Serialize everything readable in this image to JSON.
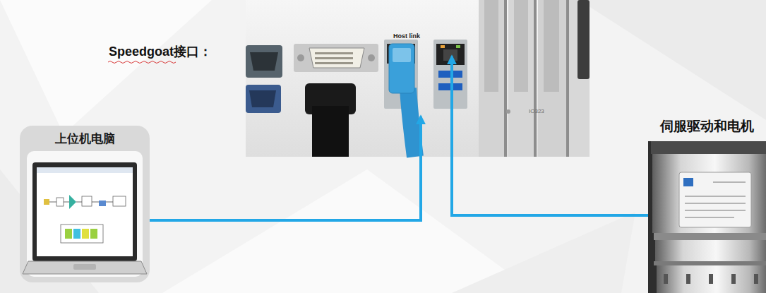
{
  "diagram": {
    "nodes": [
      {
        "text": [
          "上位机电脑"
        ]
      },
      {
        "text": [
          "Speedgoat接口："
        ]
      },
      {
        "text": [
          "伺服驱动和电机"
        ]
      }
    ],
    "edges": [
      {
        "from": 0,
        "to": 1,
        "arrow": "to"
      },
      {
        "from": 2,
        "to": 1,
        "arrow": "to"
      }
    ],
    "labels": [
      "Host link",
      "IO323"
    ]
  }
}
